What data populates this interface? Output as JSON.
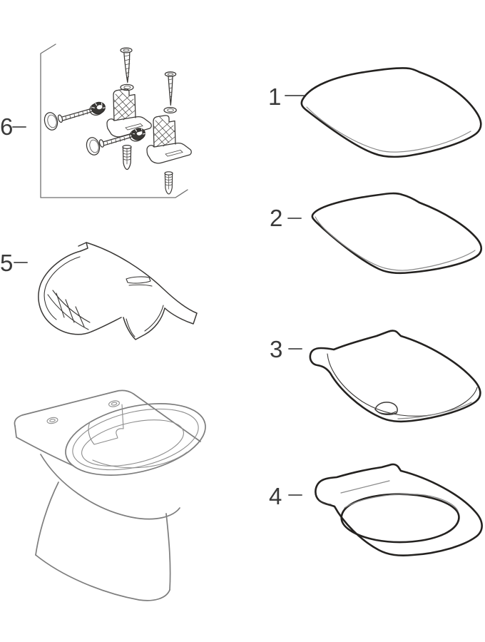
{
  "diagram": {
    "kind": "spare-parts-exploded-line-drawing",
    "colors": {
      "background": "#ffffff",
      "outline_bold": "#242220",
      "outline_medium": "#3a3836",
      "outline_light": "#8a8a8a",
      "toilet_line": "#7d7d7d",
      "label_text": "#3a3a3a",
      "leader_line": "#5e5e5e"
    },
    "parts": [
      {
        "label": "1",
        "name": "toilet-seat-lid"
      },
      {
        "label": "2",
        "name": "toilet-seat-lid-slim"
      },
      {
        "label": "3",
        "name": "toilet-seat-with-lid"
      },
      {
        "label": "4",
        "name": "toilet-seat-ring"
      },
      {
        "label": "5",
        "name": "hinge-fastening-cover"
      },
      {
        "label": "6",
        "name": "fastening-hardware-set"
      }
    ],
    "unlabeled_parts": [
      {
        "name": "floor-standing-toilet-bowl"
      }
    ]
  }
}
